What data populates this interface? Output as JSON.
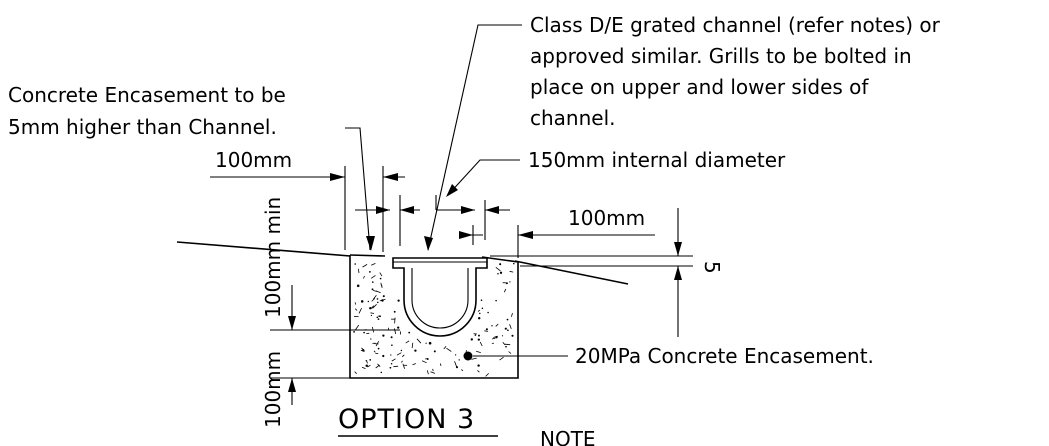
{
  "labels": {
    "grated_channel": [
      "Class D/E grated channel (refer notes) or",
      "approved similar. Grills to be bolted in",
      "place on upper and lower sides of",
      "channel."
    ],
    "encasement_height": [
      "Concrete Encasement to be",
      "5mm higher than Channel."
    ],
    "dim_left_width": "100mm",
    "internal_diameter": "150mm internal diameter",
    "dim_right_width": "100mm",
    "dim_height_offset": "5",
    "concrete_spec": "20MPa Concrete Encasement.",
    "dim_min_cover": "100mm min",
    "dim_base": "100mm",
    "option_title": "OPTION 3",
    "note_heading": "NOTE"
  }
}
